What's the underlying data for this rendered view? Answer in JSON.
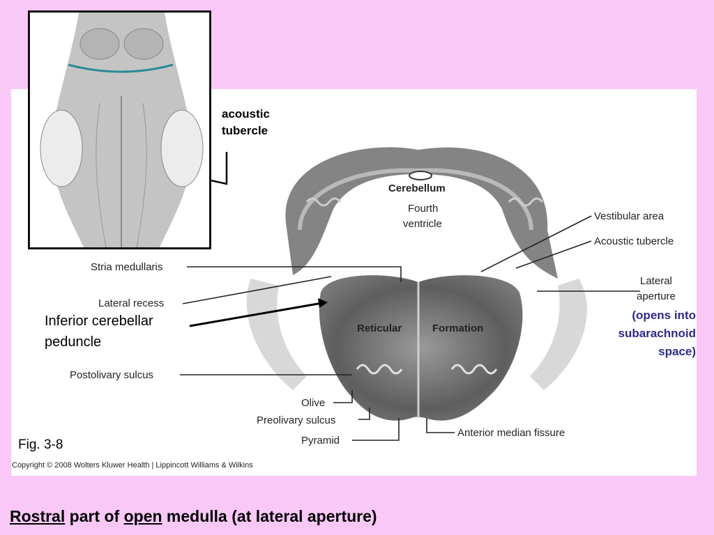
{
  "inset_label": {
    "line1": "acoustic",
    "line2": "tubercle"
  },
  "labels": {
    "cerebellum": "Cerebellum",
    "fourth_ventricle_1": "Fourth",
    "fourth_ventricle_2": "ventricle",
    "reticular": "Reticular",
    "formation": "Formation",
    "stria_medullaris": "Stria medullaris",
    "lateral_recess": "Lateral recess",
    "inferior_cerebellar_1": "Inferior cerebellar",
    "inferior_cerebellar_2": "peduncle",
    "postolivary_sulcus": "Postolivary sulcus",
    "olive": "Olive",
    "preolivary_sulcus": "Preolivary sulcus",
    "pyramid": "Pyramid",
    "vestibular_area": "Vestibular area",
    "acoustic_tubercle": "Acoustic tubercle",
    "lateral_aperture_1": "Lateral",
    "lateral_aperture_2": "aperture",
    "anterior_median_fissure": "Anterior median fissure"
  },
  "note": {
    "line1": "(opens into",
    "line2": "subarachnoid",
    "line3": "space)"
  },
  "figure_number": "Fig. 3-8",
  "copyright": "Copyright © 2008 Wolters Kluwer Health | Lippincott Williams & Wilkins",
  "caption": {
    "word1": "Rostral",
    "mid1": " part of ",
    "word2": "open",
    "mid2": " medulla (at lateral aperture)"
  },
  "colors": {
    "background": "#f9c8f7",
    "note": "#2e2a8c"
  }
}
